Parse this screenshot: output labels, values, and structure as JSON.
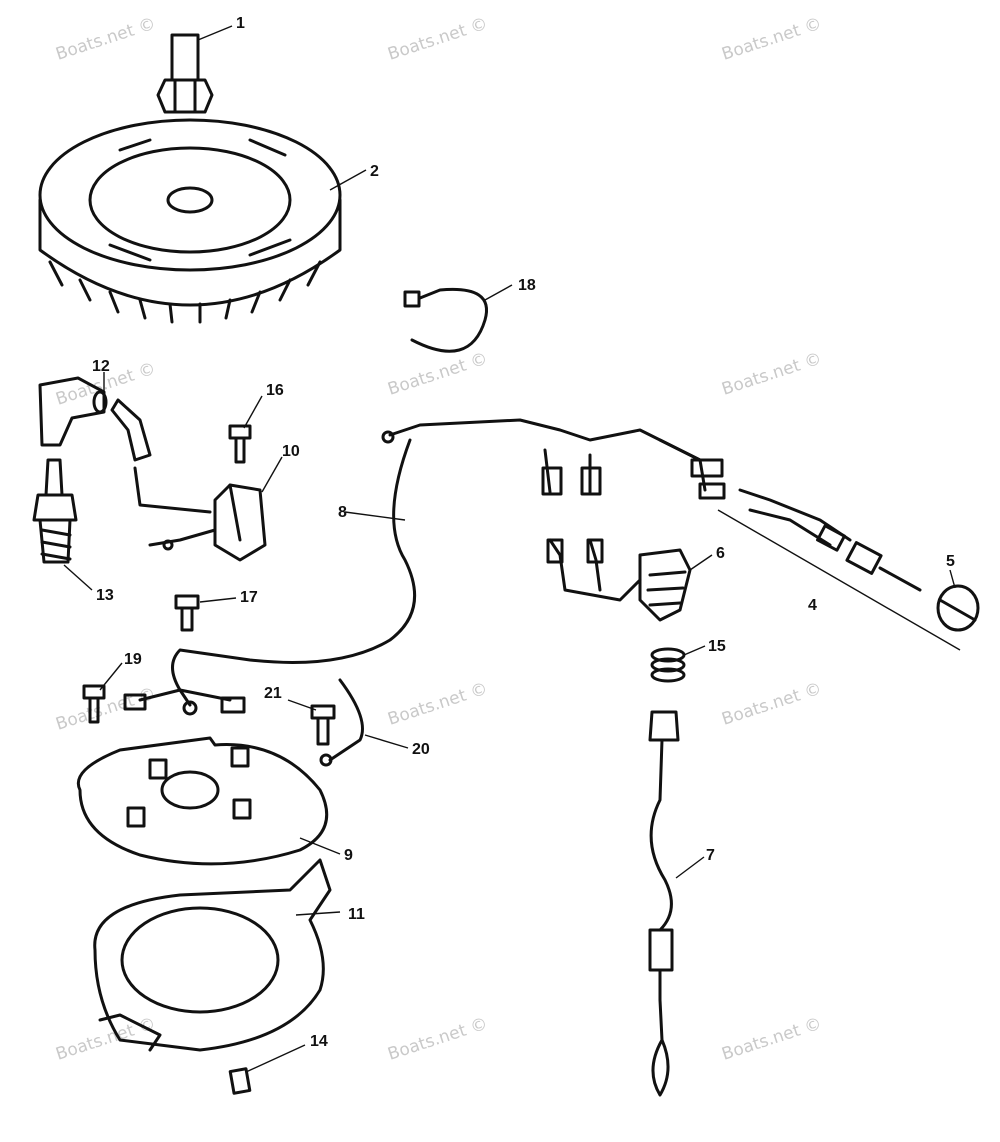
{
  "watermark": "Boats.net ©",
  "parts": [
    {
      "label": "1",
      "name": "flywheel-nut"
    },
    {
      "label": "2",
      "name": "flywheel"
    },
    {
      "label": "4",
      "name": "spark-plug-lead"
    },
    {
      "label": "5",
      "name": "cap"
    },
    {
      "label": "6",
      "name": "stop-switch"
    },
    {
      "label": "7",
      "name": "lanyard"
    },
    {
      "label": "8",
      "name": "stator-harness"
    },
    {
      "label": "9",
      "name": "stator-plate"
    },
    {
      "label": "10",
      "name": "ignition-coil"
    },
    {
      "label": "11",
      "name": "trigger-plate"
    },
    {
      "label": "12",
      "name": "spark-plug-boot"
    },
    {
      "label": "13",
      "name": "spark-plug"
    },
    {
      "label": "14",
      "name": "key"
    },
    {
      "label": "15",
      "name": "spring"
    },
    {
      "label": "16",
      "name": "screw"
    },
    {
      "label": "17",
      "name": "screw"
    },
    {
      "label": "18",
      "name": "clamp"
    },
    {
      "label": "19",
      "name": "screw"
    },
    {
      "label": "20",
      "name": "ground-wire"
    },
    {
      "label": "21",
      "name": "screw"
    }
  ],
  "colors": {
    "ink": "#111111",
    "watermark": "#c9c9c9",
    "background": "#ffffff"
  }
}
